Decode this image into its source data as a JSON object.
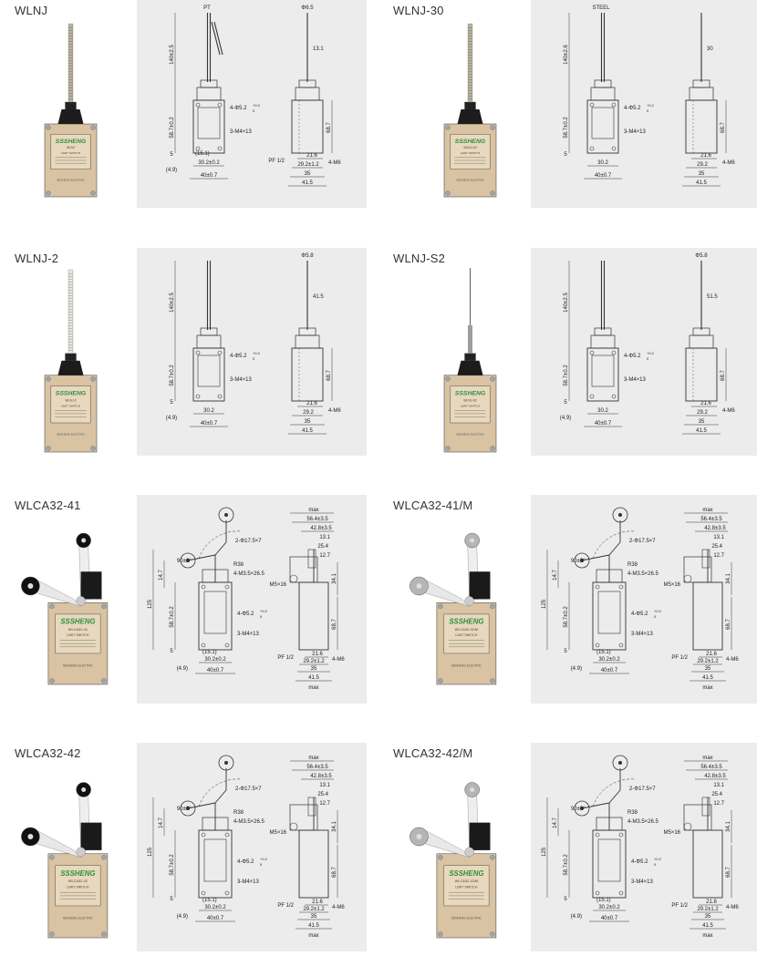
{
  "products": [
    {
      "model": "WLNJ",
      "type": "wobble",
      "photo_label": "WLNJ",
      "dims": {
        "tip": "PT",
        "dia": "Φ6.5",
        "length": "140±2.5",
        "hole": "4-Φ5.2",
        "tol": "+0.2",
        "tol0": "0",
        "screw": "3-M4×13",
        "dim587": "58.7±0.2",
        "d5": "5",
        "d151": "(15.1)",
        "d302": "30.2±0.2",
        "d49": "(4.9)",
        "d40": "40±0.7",
        "d131": "13.1",
        "d687": "68.7",
        "d216": "21.6",
        "d292": "29.2±1.2",
        "d35": "35",
        "d415": "41.5",
        "pf": "PF 1/2",
        "m6": "4-M6"
      }
    },
    {
      "model": "WLNJ-30",
      "type": "wobble",
      "photo_label": "WLNJ-30",
      "dims": {
        "tip": "STEEL",
        "dia": "",
        "length": "140±2.6",
        "hole": "4-Φ5.2",
        "tol": "+0.2",
        "tol0": "0",
        "screw": "3-M4×13",
        "dim587": "58.7±0.2",
        "d5": "5",
        "d151": "",
        "d302": "30.2",
        "d49": "",
        "d40": "40±0.7",
        "d131": "30",
        "d687": "68.7",
        "d216": "21.6",
        "d292": "29.2",
        "d35": "35",
        "d415": "41.5",
        "pf": "",
        "m6": "4-M6"
      }
    },
    {
      "model": "WLNJ-2",
      "type": "wobble",
      "photo_label": "WLNJ-2",
      "dims": {
        "tip": "",
        "dia": "Φ5.8",
        "length": "140±2.5",
        "hole": "4-Φ5.2",
        "tol": "+0.2",
        "tol0": "0",
        "screw": "3-M4×13",
        "dim587": "58.7±0.2",
        "d5": "5",
        "d151": "",
        "d302": "30.2",
        "d49": "(4.9)",
        "d40": "40±0.7",
        "d131": "41.5",
        "d687": "68.7",
        "d216": "21.6",
        "d292": "29.2",
        "d35": "35",
        "d415": "41.5",
        "pf": "",
        "m6": "4-M6"
      }
    },
    {
      "model": "WLNJ-S2",
      "type": "wobble",
      "photo_label": "WLNJ-S2",
      "dims": {
        "tip": "",
        "dia": "Φ5.8",
        "length": "140±2.5",
        "hole": "4-Φ5.2",
        "tol": "+0.2",
        "tol0": "0",
        "screw": "3-M4×13",
        "dim587": "58.7±0.2",
        "d5": "5",
        "d151": "",
        "d302": "30.2",
        "d49": "(4.9)",
        "d40": "40±0.7",
        "d131": "51.5",
        "d687": "68.7",
        "d216": "21.6",
        "d292": "29.2",
        "d35": "35",
        "d415": "41.5",
        "pf": "",
        "m6": "4-M6"
      }
    },
    {
      "model": "WLCA32-41",
      "type": "lever",
      "photo_label": "WLCA32-41",
      "dims": {
        "roller": "2-Φ17.5×7",
        "angle": "90±3°",
        "r38": "R38",
        "m35": "4-M3.5×26.5",
        "m5": "M5×16",
        "max": "max",
        "d564": "56.4±3.5",
        "d428": "42.8±3.5",
        "d131": "13.1",
        "d254": "25.4",
        "d127": "12.7",
        "d341": "34.1",
        "d125": "125",
        "d147": "14.7",
        "hole": "4-Φ5.2",
        "tol": "+0.2",
        "tol0": "0",
        "screw": "3-M4×13",
        "dim587": "58.7±0.2",
        "d5": "5",
        "d151": "(15.1)",
        "d302": "30.2±0.2",
        "d49": "(4.9)",
        "d40": "40±0.7",
        "d687": "68.7",
        "d216": "21.6",
        "d292": "29.2±1.2",
        "d35": "35",
        "d415": "41.5",
        "pf": "PF 1/2",
        "m6": "4-M6"
      }
    },
    {
      "model": "WLCA32-41/M",
      "type": "lever",
      "photo_label": "WLCA32-41/M",
      "dims": {
        "roller": "2-Φ17.5×7",
        "angle": "90±3°",
        "r38": "R38",
        "m35": "4-M3.5×26.5",
        "m5": "M5×16",
        "max": "max",
        "d564": "56.4±3.5",
        "d428": "42.8±3.5",
        "d131": "13.1",
        "d254": "25.4",
        "d127": "12.7",
        "d341": "34.1",
        "d125": "125",
        "d147": "14.7",
        "hole": "4-Φ5.2",
        "tol": "+0.2",
        "tol0": "0",
        "screw": "3-M4×13",
        "dim587": "58.7±0.2",
        "d5": "5",
        "d151": "(15.1)",
        "d302": "30.2±0.2",
        "d49": "(4.9)",
        "d40": "40±0.7",
        "d687": "68.7",
        "d216": "21.6",
        "d292": "29.2±1.2",
        "d35": "35",
        "d415": "41.5",
        "pf": "PF 1/2",
        "m6": "4-M6"
      }
    },
    {
      "model": "WLCA32-42",
      "type": "lever",
      "photo_label": "WLCA32-42",
      "dims": {
        "roller": "2-Φ17.5×7",
        "angle": "90±3°",
        "r38": "R38",
        "m35": "4-M3.5×26.5",
        "m5": "M5×16",
        "max": "max",
        "d564": "56.4±3.5",
        "d428": "42.8±3.5",
        "d131": "13.1",
        "d254": "25.4",
        "d127": "12.7",
        "d341": "34.1",
        "d125": "125",
        "d147": "14.7",
        "hole": "4-Φ5.2",
        "tol": "+0.2",
        "tol0": "0",
        "screw": "3-M4×13",
        "dim587": "58.7±0.2",
        "d5": "5",
        "d151": "(15.1)",
        "d302": "30.2±0.2",
        "d49": "(4.9)",
        "d40": "40±0.7",
        "d687": "68.7",
        "d216": "21.6",
        "d292": "29.2±1.2",
        "d35": "35",
        "d415": "41.5",
        "pf": "PF 1/2",
        "m6": "4-M6"
      }
    },
    {
      "model": "WLCA32-42/M",
      "type": "lever",
      "photo_label": "WLCA32-42/M",
      "dims": {
        "roller": "2-Φ17.5×7",
        "angle": "90±3°",
        "r38": "R38",
        "m35": "4-M3.5×26.5",
        "m5": "M5×16",
        "max": "max",
        "d564": "56.4±3.5",
        "d428": "42.8±3.5",
        "d131": "13.1",
        "d254": "25.4",
        "d127": "12.7",
        "d341": "34.1",
        "d125": "125",
        "d147": "14.7",
        "hole": "4-Φ5.2",
        "tol": "+0.2",
        "tol0": "0",
        "screw": "3-M4×13",
        "dim587": "58.7±0.2",
        "d5": "5",
        "d151": "(15.1)",
        "d302": "30.2±0.2",
        "d49": "(4.9)",
        "d40": "40±0.7",
        "d687": "68.7",
        "d216": "21.6",
        "d292": "29.2±1.2",
        "d35": "35",
        "d415": "41.5",
        "pf": "PF 1/2",
        "m6": "4-M6"
      }
    }
  ],
  "brand": {
    "logo": "SSSHENG",
    "sub": "LIMIT SWITCH",
    "maker": "SENHENG ELECTRIC"
  },
  "colors": {
    "panel": "#ececec",
    "body": "#d9c3a3",
    "line": "#333333"
  }
}
